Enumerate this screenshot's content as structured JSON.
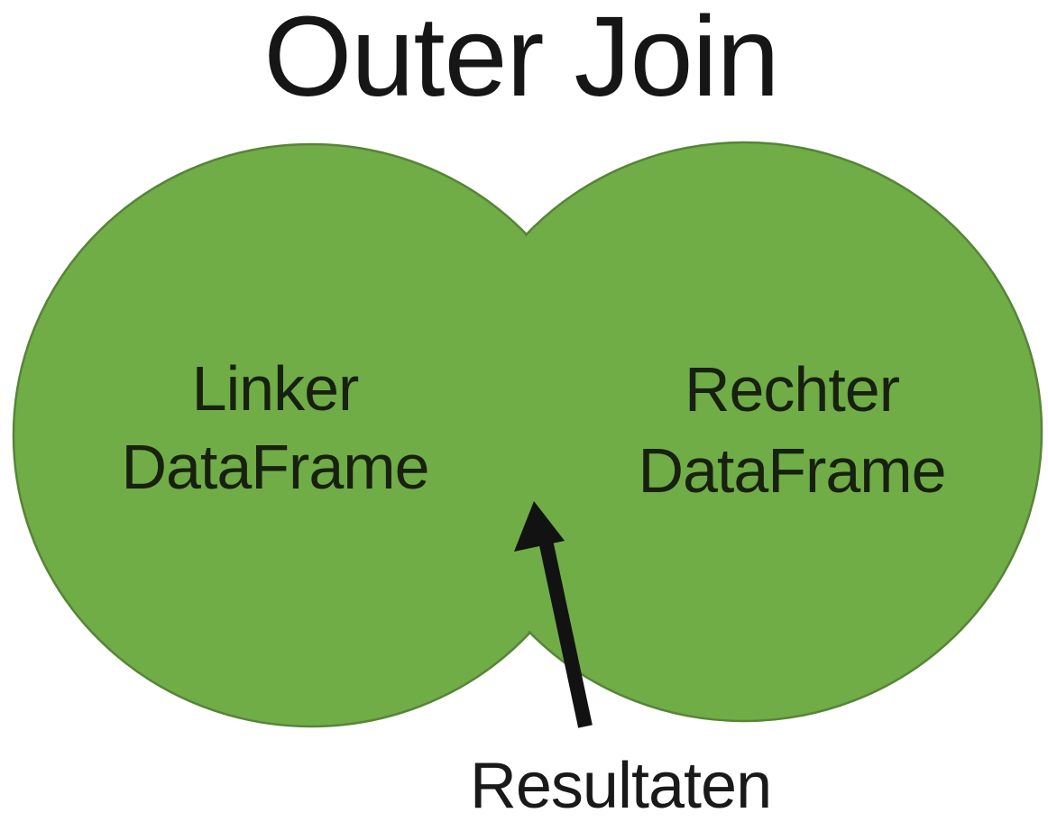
{
  "diagram": {
    "type": "venn",
    "title": "Outer Join",
    "left_circle": {
      "label_line1": "Linker",
      "label_line2": "DataFrame"
    },
    "right_circle": {
      "label_line1": "Rechter",
      "label_line2": "DataFrame"
    },
    "annotation": {
      "label": "Resultaten",
      "arrow_icon": "arrow-up-icon",
      "points_to": "intersection"
    }
  },
  "colors": {
    "background": "#ffffff",
    "circle_fill": "#70AD47",
    "circle_stroke": "#578438",
    "title_text": "#161616",
    "circle_text": "#18200f",
    "annotation_text": "#191919",
    "arrow": "#121212"
  }
}
